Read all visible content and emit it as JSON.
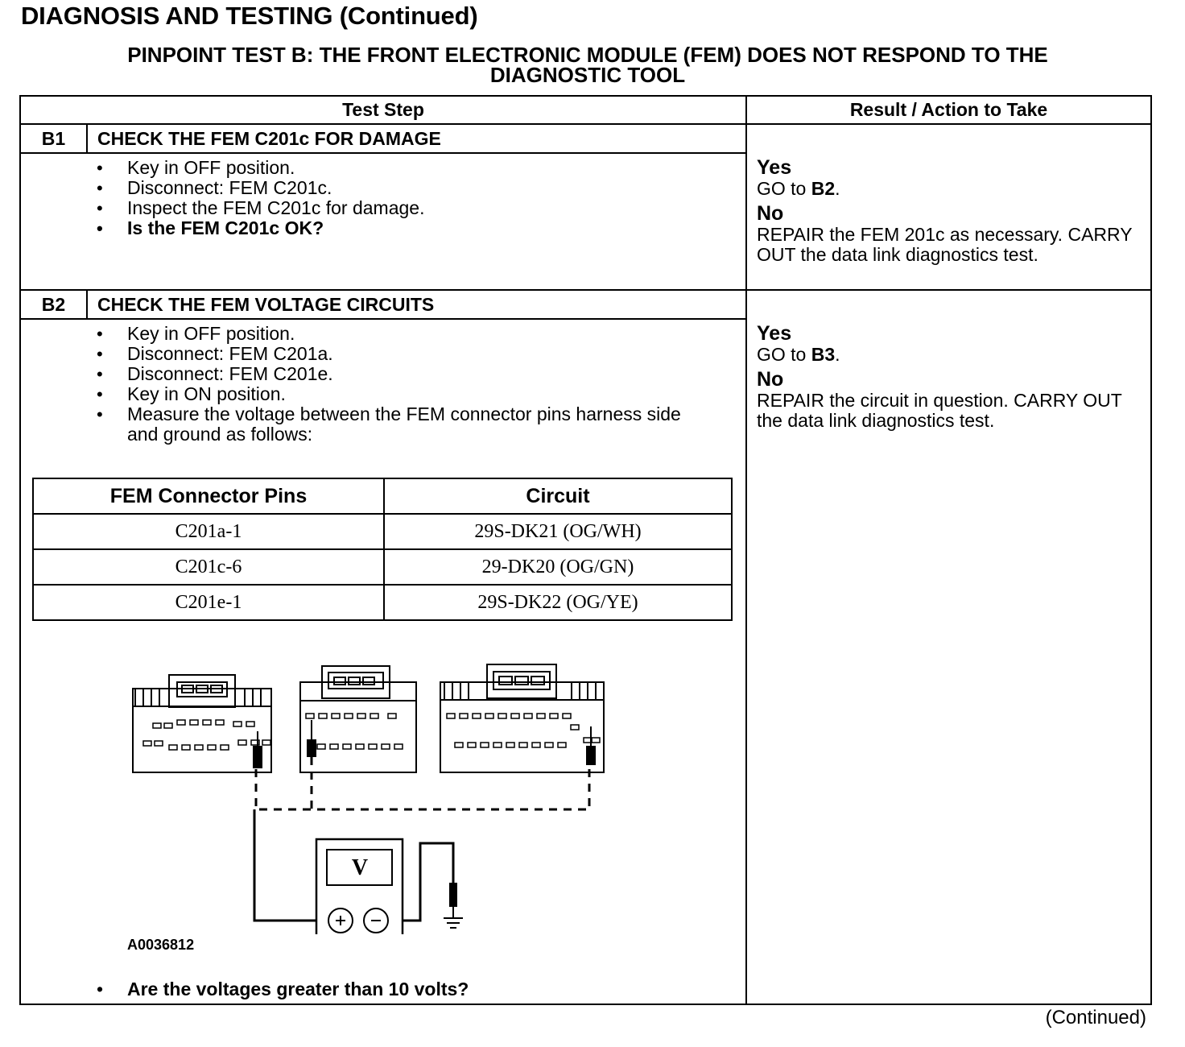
{
  "header": {
    "title": "DIAGNOSIS AND TESTING (Continued)",
    "subtitle_line1": "PINPOINT TEST  B: THE FRONT ELECTRONIC MODULE (FEM) DOES NOT RESPOND TO THE",
    "subtitle_line2": "DIAGNOSTIC TOOL"
  },
  "table": {
    "col_test_step": "Test Step",
    "col_result": "Result / Action to Take"
  },
  "b1": {
    "id": "B1",
    "title": "CHECK THE FEM C201c FOR DAMAGE",
    "steps": [
      "Key in OFF position.",
      "Disconnect: FEM C201c.",
      "Inspect the FEM C201c for damage."
    ],
    "question": "Is the FEM C201c OK?",
    "yes": "Yes",
    "yes_action_prefix": "GO to ",
    "yes_target": "B2",
    "yes_action_suffix": ".",
    "no": "No",
    "no_action": "REPAIR the FEM 201c as necessary. CARRY OUT the data link diagnostics test."
  },
  "b2": {
    "id": "B2",
    "title": "CHECK THE FEM VOLTAGE CIRCUITS",
    "steps": [
      "Key in OFF position.",
      "Disconnect: FEM C201a.",
      "Disconnect: FEM C201e.",
      "Key in ON position.",
      "Measure the voltage between the FEM connector pins harness side and ground as follows:"
    ],
    "yes": "Yes",
    "yes_action_prefix": "GO to ",
    "yes_target": "B3",
    "yes_action_suffix": ".",
    "no": "No",
    "no_action": "REPAIR the circuit in question. CARRY OUT the data link diagnostics test.",
    "pin_table": {
      "headers": [
        "FEM Connector Pins",
        "Circuit"
      ],
      "rows": [
        [
          "C201a-1",
          "29S-DK21 (OG/WH)"
        ],
        [
          "C201c-6",
          "29-DK20 (OG/GN)"
        ],
        [
          "C201e-1",
          "29S-DK22 (OG/YE)"
        ]
      ]
    },
    "figure_id": "A0036812",
    "meter_label": "V",
    "question": "Are the voltages greater than 10 volts?"
  },
  "footer": {
    "continued": "(Continued)"
  }
}
